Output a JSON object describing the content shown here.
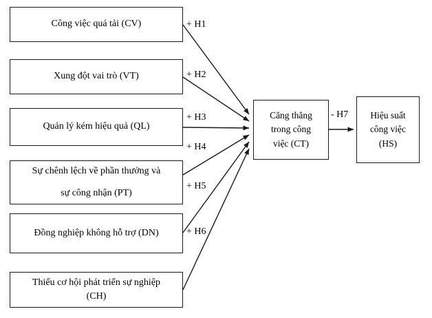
{
  "diagram": {
    "title": "Mo hinh nghien cuu - cang thang trong cong viec",
    "type": "conceptual-path-model",
    "stroke_color": "#1a1a1a",
    "background_color": "#ffffff",
    "predictors": [
      {
        "id": "CV",
        "label": "Công việc quá tải (CV)",
        "hypothesis": "+ H1"
      },
      {
        "id": "VT",
        "label": "Xung đột vai trò (VT)",
        "hypothesis": "+ H2"
      },
      {
        "id": "QL",
        "label": "Quản lý kém hiệu quả (QL)",
        "hypothesis": "+ H3"
      },
      {
        "id": "PT",
        "label": "Sự chênh lệch về phần thưởng và\nsự công nhận (PT)",
        "hypothesis": "+ H4"
      },
      {
        "id": "DN",
        "label": "Đồng nghiệp không hỗ trợ (DN)",
        "hypothesis": "+ H5"
      },
      {
        "id": "CH",
        "label": "Thiếu cơ hội phát triển sự nghiệp\n(CH)",
        "hypothesis": "+ H6"
      }
    ],
    "mediator": {
      "id": "CT",
      "label": "Căng thẳng\ntrong công\nviệc (CT)"
    },
    "outcome": {
      "id": "HS",
      "label": "Hiệu suất\ncông việc\n(HS)"
    },
    "outcome_hypothesis": "- H7",
    "edge_labels": {
      "h1": "+ H1",
      "h2": "+ H2",
      "h3": "+ H3",
      "h4": "+ H4",
      "h5": "+ H5",
      "h6": "+ H6",
      "h7": "- H7"
    }
  }
}
